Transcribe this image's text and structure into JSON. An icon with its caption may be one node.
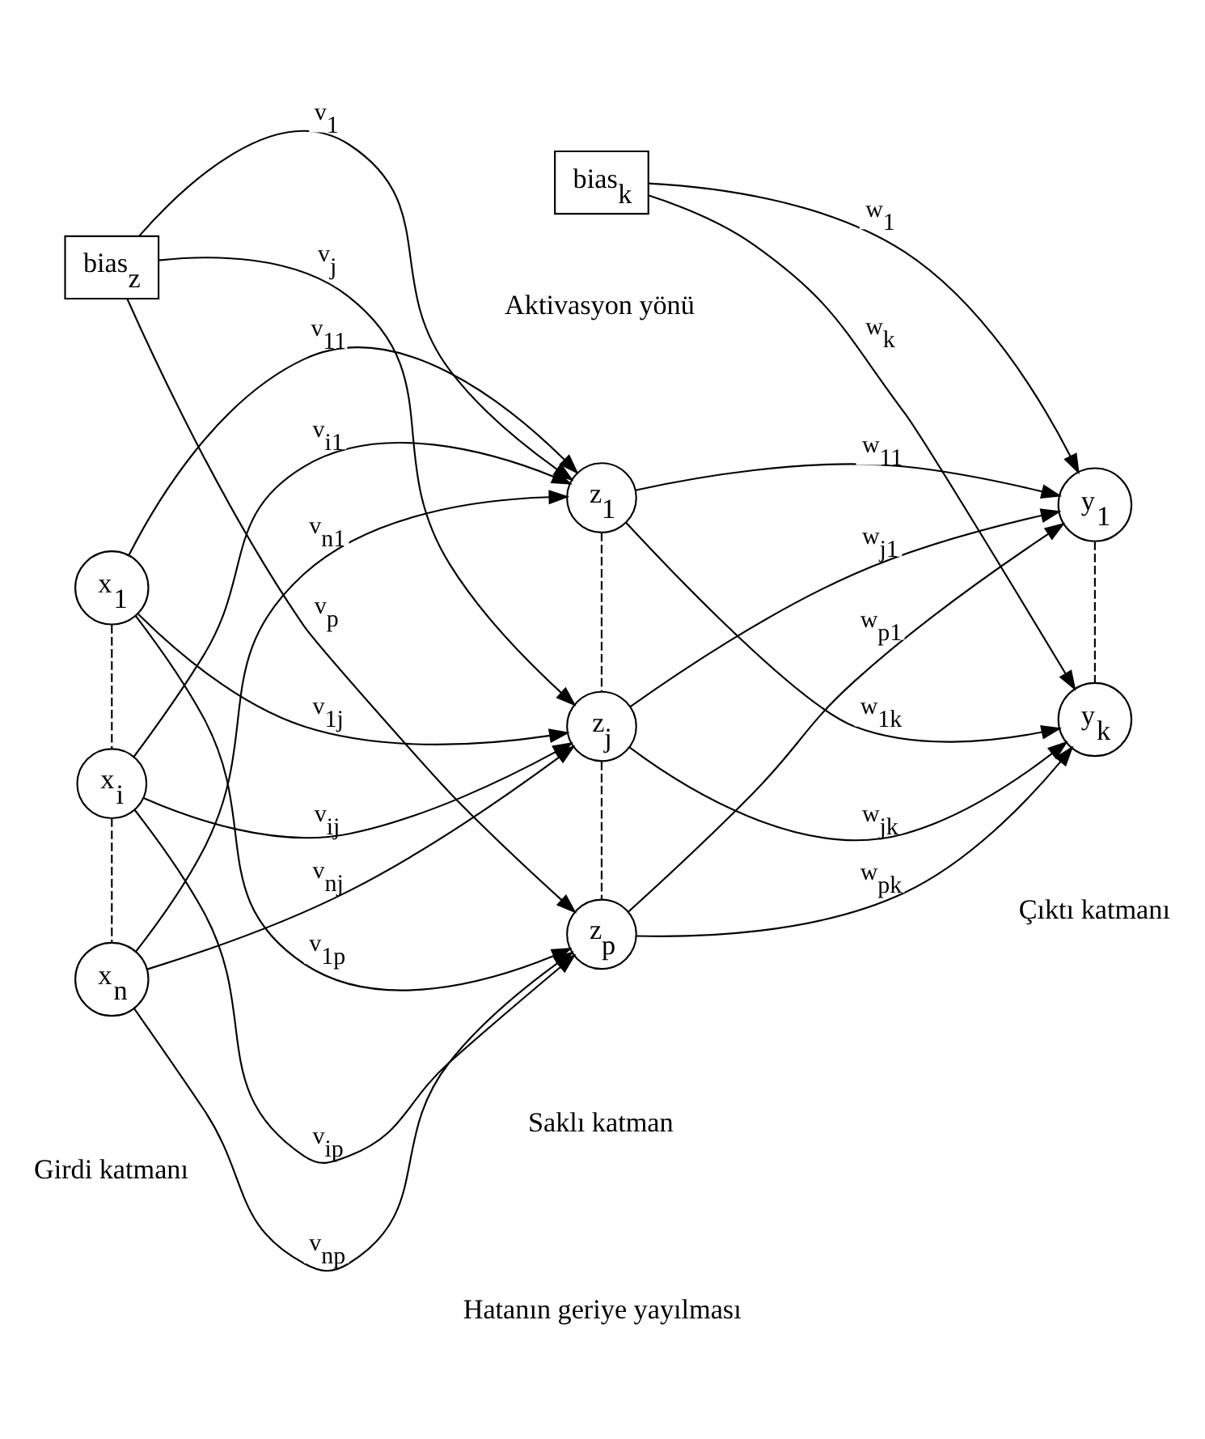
{
  "diagram": {
    "nodes": [
      {
        "text": [
          "bias$_{z}$"
        ]
      },
      {
        "text": [
          "bias$_{k}$"
        ]
      },
      {
        "text": [
          "x$_{1}$"
        ]
      },
      {
        "text": [
          "x$_{i}$"
        ]
      },
      {
        "text": [
          "x$_{n}$"
        ]
      },
      {
        "text": [
          "z$_{1}$"
        ]
      },
      {
        "text": [
          "z$_{j}$"
        ]
      },
      {
        "text": [
          "z$_{p}$"
        ]
      },
      {
        "text": [
          "y$_{1}$"
        ]
      },
      {
        "text": [
          "y$_{k}$"
        ]
      }
    ],
    "edges": [
      {
        "from": 0,
        "to": 5,
        "arrow": "to",
        "label": "v$_{1}$"
      },
      {
        "from": 0,
        "to": 6,
        "arrow": "to",
        "label": "v$_{j}$"
      },
      {
        "from": 0,
        "to": 7,
        "arrow": "to",
        "label": "v$_{p}$"
      },
      {
        "from": 2,
        "to": 5,
        "arrow": "to",
        "label": "v$_{11}$"
      },
      {
        "from": 2,
        "to": 6,
        "arrow": "to",
        "label": "v$_{1j}$"
      },
      {
        "from": 2,
        "to": 7,
        "arrow": "to",
        "label": "v$_{1p}$"
      },
      {
        "from": 3,
        "to": 5,
        "arrow": "to",
        "label": "v$_{i1}$"
      },
      {
        "from": 3,
        "to": 6,
        "arrow": "to",
        "label": "v$_{ij}$"
      },
      {
        "from": 3,
        "to": 7,
        "arrow": "to",
        "label": "v$_{ip}$"
      },
      {
        "from": 4,
        "to": 5,
        "arrow": "to",
        "label": "v$_{n1}$"
      },
      {
        "from": 4,
        "to": 6,
        "arrow": "to",
        "label": "v$_{nj}$"
      },
      {
        "from": 4,
        "to": 7,
        "arrow": "to",
        "label": "v$_{np}$"
      },
      {
        "from": 1,
        "to": 8,
        "arrow": "to",
        "label": "w$_{1}$"
      },
      {
        "from": 1,
        "to": 9,
        "arrow": "to",
        "label": "w$_{k}$"
      },
      {
        "from": 5,
        "to": 8,
        "arrow": "to",
        "label": "w$_{11}$"
      },
      {
        "from": 5,
        "to": 9,
        "arrow": "to",
        "label": "w$_{1k}$"
      },
      {
        "from": 6,
        "to": 8,
        "arrow": "to",
        "label": "w$_{j1}$"
      },
      {
        "from": 6,
        "to": 9,
        "arrow": "to",
        "label": "w$_{jk}$"
      },
      {
        "from": 7,
        "to": 8,
        "arrow": "to",
        "label": "w$_{p1}$"
      },
      {
        "from": 7,
        "to": 9,
        "arrow": "to",
        "label": "w$_{pk}$"
      },
      {
        "from": 2,
        "to": 3,
        "arrow": "none",
        "style": "dashed"
      },
      {
        "from": 3,
        "to": 4,
        "arrow": "none",
        "style": "dashed"
      },
      {
        "from": 5,
        "to": 6,
        "arrow": "none",
        "style": "dashed"
      },
      {
        "from": 6,
        "to": 7,
        "arrow": "none",
        "style": "dashed"
      },
      {
        "from": 8,
        "to": 9,
        "arrow": "none",
        "style": "dashed"
      }
    ],
    "labels": [
      "Aktivasyon yönü",
      "Girdi katmanı",
      "Çıktı katmanı",
      "Saklı katman",
      "Hatanın geriye yayılması"
    ]
  }
}
